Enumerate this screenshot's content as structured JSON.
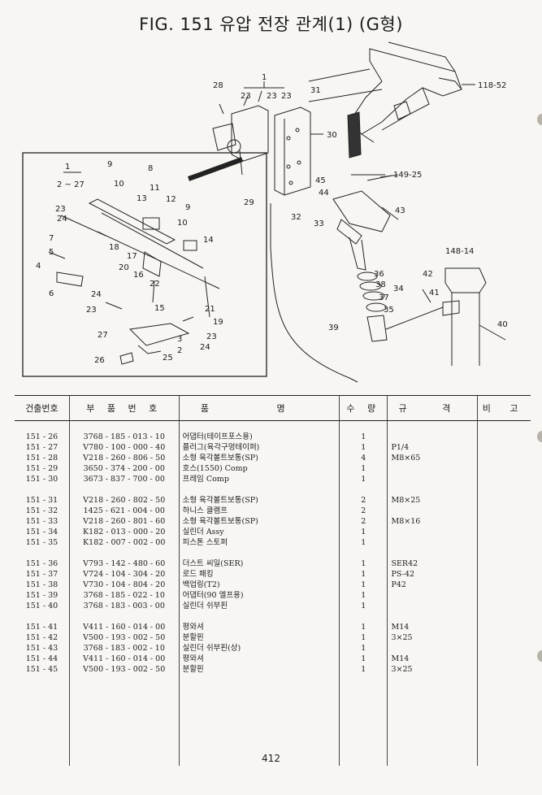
{
  "title": "FIG. 151 유압 전장 관계(1) (G형)",
  "diagram": {
    "callouts": [
      "28",
      "1",
      "23",
      "23",
      "23",
      "31",
      "30",
      "118-52",
      "1",
      "2 ~ 27",
      "9",
      "8",
      "10",
      "11",
      "13",
      "12",
      "9",
      "10",
      "14",
      "23",
      "24",
      "7",
      "5",
      "4",
      "18",
      "17",
      "20",
      "16",
      "22",
      "15",
      "6",
      "24",
      "23",
      "21",
      "19",
      "27",
      "3",
      "2",
      "23",
      "24",
      "26",
      "25",
      "29",
      "32",
      "33",
      "45",
      "44",
      "149-25",
      "43",
      "148-14",
      "42",
      "41",
      "36",
      "38",
      "34",
      "37",
      "35",
      "39",
      "40"
    ]
  },
  "table": {
    "headers": [
      "건출번호",
      "부 품 번 호",
      "품 명",
      "수 량",
      "규 격",
      "비 고"
    ],
    "groups": [
      [
        [
          "151 - 26",
          "3768 - 185 - 013 - 10",
          "어댑터(테이프포스용)",
          "1",
          "",
          ""
        ],
        [
          "151 - 27",
          "V780 - 100 - 000 - 40",
          "플러그(육각구멍테이퍼)",
          "1",
          "P1/4",
          ""
        ],
        [
          "151 - 28",
          "V218 - 260 - 806 - 50",
          "소형 육각볼트보통(SP)",
          "4",
          "M8×65",
          ""
        ],
        [
          "151 - 29",
          "3650 - 374 - 200 - 00",
          "호스(1550) Comp",
          "1",
          "",
          ""
        ],
        [
          "151 - 30",
          "3673 - 837 - 700 - 00",
          "프레임 Comp",
          "1",
          "",
          ""
        ]
      ],
      [
        [
          "151 - 31",
          "V218 - 260 - 802 - 50",
          "소형 육각볼트보통(SP)",
          "2",
          "M8×25",
          ""
        ],
        [
          "151 - 32",
          "1425 - 621 - 004 - 00",
          "하니스 클램프",
          "2",
          "",
          ""
        ],
        [
          "151 - 33",
          "V218 - 260 - 801 - 60",
          "소형 육각볼트보통(SP)",
          "2",
          "M8×16",
          ""
        ],
        [
          "151 - 34",
          "K182 - 013 - 000 - 20",
          "실린더 Assy",
          "1",
          "",
          ""
        ],
        [
          "151 - 35",
          "K182 - 007 - 002 - 00",
          "피스톤 스토퍼",
          "1",
          "",
          ""
        ]
      ],
      [
        [
          "151 - 36",
          "V793 - 142 - 480 - 60",
          "더스트 씨일(SER)",
          "1",
          "SER42",
          ""
        ],
        [
          "151 - 37",
          "V724 - 104 - 304 - 20",
          "로드 패킹",
          "1",
          "PS-42",
          ""
        ],
        [
          "151 - 38",
          "V730 - 104 - 804 - 20",
          "백업링(T2)",
          "1",
          "P42",
          ""
        ],
        [
          "151 - 39",
          "3768 - 185 - 022 - 10",
          "어댑터(90 엘프용)",
          "1",
          "",
          ""
        ],
        [
          "151 - 40",
          "3768 - 183 - 003 - 00",
          "실린더 쉬부핀",
          "1",
          "",
          ""
        ]
      ],
      [
        [
          "151 - 41",
          "V411 - 160 - 014 - 00",
          "평와셔",
          "1",
          "M14",
          ""
        ],
        [
          "151 - 42",
          "V500 - 193 - 002 - 50",
          "분할핀",
          "1",
          "3×25",
          ""
        ],
        [
          "151 - 43",
          "3768 - 183 - 002 - 10",
          "실린더 쉬부핀(상)",
          "1",
          "",
          ""
        ],
        [
          "151 - 44",
          "V411 - 160 - 014 - 00",
          "평와셔",
          "1",
          "M14",
          ""
        ],
        [
          "151 - 45",
          "V500 - 193 - 002 - 50",
          "분할핀",
          "1",
          "3×25",
          ""
        ]
      ]
    ]
  },
  "page_number": "412"
}
